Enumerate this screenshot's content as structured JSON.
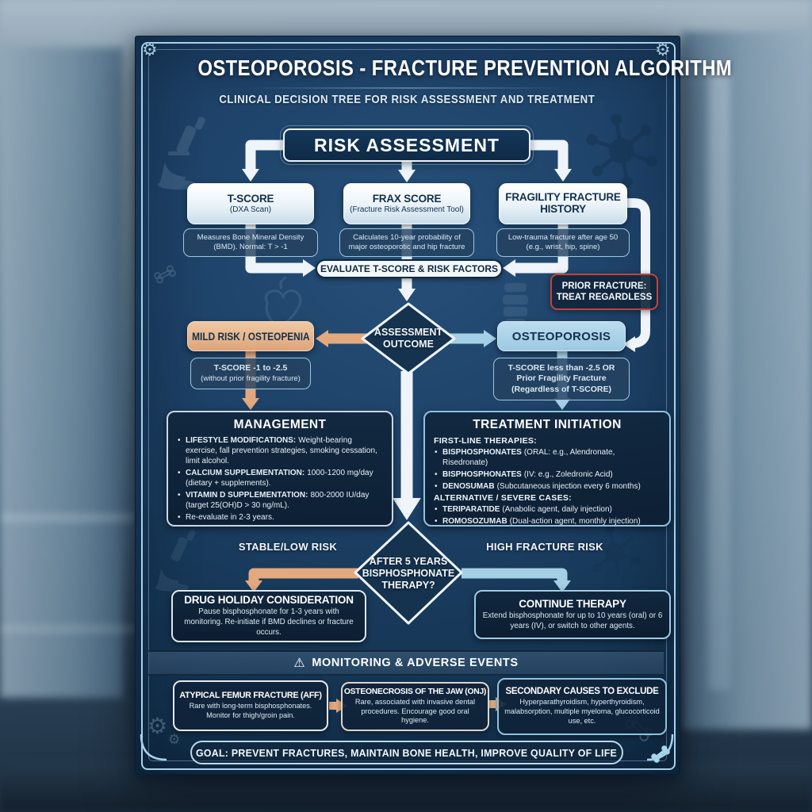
{
  "poster": {
    "title": "OSTEOPOROSIS - FRACTURE PREVENTION ALGORITHM",
    "subtitle": "CLINICAL DECISION TREE FOR RISK ASSESSMENT AND TREATMENT",
    "risk_assessment_label": "RISK ASSESSMENT",
    "inputs": [
      {
        "title": "T-SCORE",
        "subtitle": "(DXA Scan)",
        "detail": "Measures Bone Mineral Density (BMD). Normal: T > -1"
      },
      {
        "title": "FRAX SCORE",
        "subtitle": "(Fracture Risk Assessment Tool)",
        "detail": "Calculates 10-year probability of major osteoporotic and hip fracture"
      },
      {
        "title": "FRAGILITY FRACTURE HISTORY",
        "subtitle": "",
        "detail": "Low-trauma fracture after age 50 (e.g., wrist, hip, spine)"
      }
    ],
    "evaluate_label": "EVALUATE T-SCORE & RISK FACTORS",
    "prior_fracture": {
      "line1": "PRIOR FRACTURE:",
      "line2": "TREAT REGARDLESS"
    },
    "outcome_diamond": {
      "line1": "ASSESSMENT",
      "line2": "OUTCOME"
    },
    "mild_branch": {
      "title": "MILD RISK / OSTEOPENIA",
      "criteria_main": "T-SCORE -1 to -2.5",
      "criteria_sub": "(without prior fragility fracture)"
    },
    "osteo_branch": {
      "title": "OSTEOPOROSIS",
      "criteria_line1": "T-SCORE less than -2.5 OR",
      "criteria_line2": "Prior Fragility Fracture",
      "criteria_line3": "(Regardless of T-SCORE)"
    },
    "management": {
      "title": "MANAGEMENT",
      "items": [
        {
          "lead": "LIFESTYLE MODIFICATIONS:",
          "text": "Weight-bearing exercise, fall prevention strategies, smoking cessation, limit alcohol."
        },
        {
          "lead": "CALCIUM SUPPLEMENTATION:",
          "text": "1000-1200 mg/day (dietary + supplements)."
        },
        {
          "lead": "VITAMIN D SUPPLEMENTATION:",
          "text": "800-2000 IU/day (target 25(OH)D > 30 ng/mL)."
        },
        {
          "lead": "",
          "text": "Re-evaluate in 2-3 years."
        }
      ]
    },
    "treatment": {
      "title": "TREATMENT INITIATION",
      "sections": [
        {
          "heading": "FIRST-LINE THERAPIES:",
          "items": [
            {
              "lead": "BISPHOSPHONATES",
              "text": "(ORAL: e.g., Alendronate, Risedronate)"
            },
            {
              "lead": "BISPHOSPHONATES",
              "text": "(IV: e.g., Zoledronic Acid)"
            },
            {
              "lead": "DENOSUMAB",
              "text": "(Subcutaneous injection every 6 months)"
            }
          ]
        },
        {
          "heading": "ALTERNATIVE / SEVERE CASES:",
          "items": [
            {
              "lead": "TERIPARATIDE",
              "text": "(Anabolic agent, daily injection)"
            },
            {
              "lead": "ROMOSOZUMAB",
              "text": "(Dual-action agent, monthly injection)"
            }
          ]
        }
      ]
    },
    "therapy_diamond": {
      "line1": "AFTER 5 YEARS",
      "line2": "BISPHOSPHONATE",
      "line3": "THERAPY?"
    },
    "branch_labels": {
      "stable": "STABLE/LOW RISK",
      "high": "HIGH FRACTURE RISK"
    },
    "drug_holiday": {
      "title": "DRUG HOLIDAY CONSIDERATION",
      "detail": "Pause bisphosphonate for 1-3 years with monitoring. Re-initiate if BMD declines or fracture occurs."
    },
    "continue_therapy": {
      "title": "CONTINUE THERAPY",
      "detail": "Extend bisphosphonate for up to 10 years (oral) or 6 years (IV), or switch to other agents."
    },
    "monitoring": {
      "header": "MONITORING & ADVERSE EVENTS",
      "warning_icon": "⚠",
      "boxes": [
        {
          "title": "ATYPICAL FEMUR FRACTURE (AFF)",
          "detail": "Rare with long-term bisphosphonates. Monitor for thigh/groin pain."
        },
        {
          "title": "OSTEONECROSIS OF THE JAW (ONJ)",
          "detail": "Rare, associated with invasive dental procedures. Encourage good oral hygiene."
        },
        {
          "title": "SECONDARY CAUSES TO EXCLUDE",
          "detail": "Hyperparathyroidism, hyperthyroidism, malabsorption, multiple myeloma, glucocorticoid use, etc."
        }
      ]
    },
    "goal": "GOAL: PREVENT FRACTURES, MAINTAIN BONE HEALTH, IMPROVE QUALITY OF LIFE",
    "icons": {
      "gear": "⚙"
    },
    "colors": {
      "poster_bg": "#1b3a5c",
      "frame": "#a8d2ea",
      "arrow_white": "#eef4f9",
      "accent_orange": "#e2a87e",
      "accent_blue": "#a5cfe5",
      "alert_red": "#c0453e"
    }
  }
}
